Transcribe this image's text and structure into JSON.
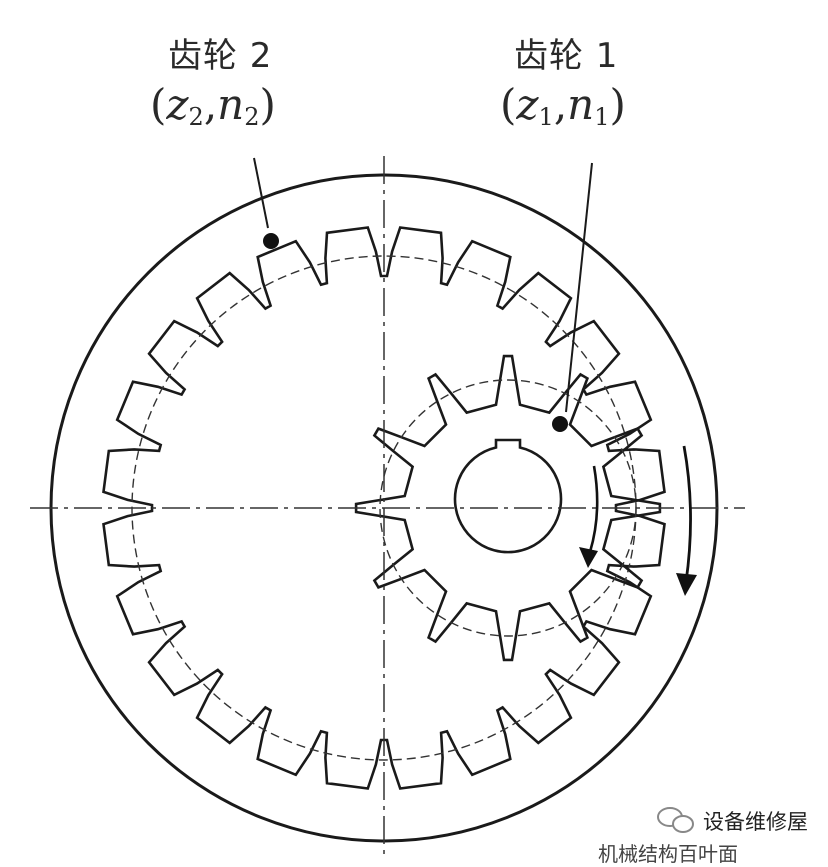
{
  "gear2": {
    "name": "齿轮 2",
    "z": "z",
    "z_sub": "2",
    "sep": ",",
    "n": "n",
    "n_sub": "2",
    "open": "(",
    "close": ")"
  },
  "gear1": {
    "name": "齿轮 1",
    "z": "z",
    "z_sub": "1",
    "sep": ",",
    "n": "n",
    "n_sub": "1",
    "open": "(",
    "close": ")"
  },
  "watermark": {
    "line1": "设备维修屋",
    "line2": "机械结构百叶面"
  },
  "colors": {
    "line": "#1a1a1a",
    "background": "#ffffff"
  }
}
